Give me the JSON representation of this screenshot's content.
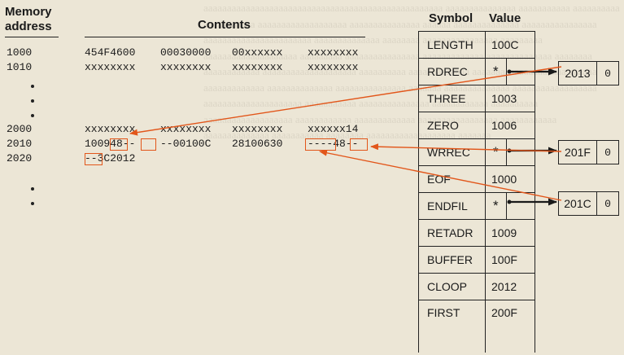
{
  "memory": {
    "header_line1": "Memory",
    "header_line2": "address",
    "contents_header": "Contents",
    "rows": [
      {
        "address": "1000",
        "cells": [
          "454F4600",
          "00030000",
          "00xxxxxx",
          "xxxxxxxx"
        ]
      },
      {
        "address": "1010",
        "cells": [
          "xxxxxxxx",
          "xxxxxxxx",
          "xxxxxxxx",
          "xxxxxxxx"
        ]
      },
      {
        "address": "2000",
        "cells": [
          "xxxxxxxx",
          "xxxxxxxx",
          "xxxxxxxx",
          "xxxxxx14"
        ]
      },
      {
        "address": "2010",
        "cells": [
          "100948--",
          "--00100C",
          "28100630",
          "----48--"
        ]
      },
      {
        "address": "2020",
        "cells": [
          "--3C2012",
          "",
          "",
          ""
        ]
      }
    ]
  },
  "symtab": {
    "symbol_header": "Symbol",
    "value_header": "Value",
    "star": "*",
    "rows": [
      {
        "symbol": "LENGTH",
        "value": "100C"
      },
      {
        "symbol": "RDREC",
        "value": "*"
      },
      {
        "symbol": "THREE",
        "value": "1003"
      },
      {
        "symbol": "ZERO",
        "value": "1006"
      },
      {
        "symbol": "WRREC",
        "value": "*"
      },
      {
        "symbol": "EOF",
        "value": "1000"
      },
      {
        "symbol": "ENDFIL",
        "value": "*"
      },
      {
        "symbol": "RETADR",
        "value": "1009"
      },
      {
        "symbol": "BUFFER",
        "value": "100F"
      },
      {
        "symbol": "CLOOP",
        "value": "2012"
      },
      {
        "symbol": "FIRST",
        "value": "200F"
      }
    ]
  },
  "refs": [
    {
      "address": "2013",
      "next": "0"
    },
    {
      "address": "201F",
      "next": "0"
    },
    {
      "address": "201C",
      "next": "0"
    }
  ],
  "colors": {
    "arrow": "#e2561a",
    "ink": "#1a1a1a",
    "paper": "#ece6d6"
  }
}
